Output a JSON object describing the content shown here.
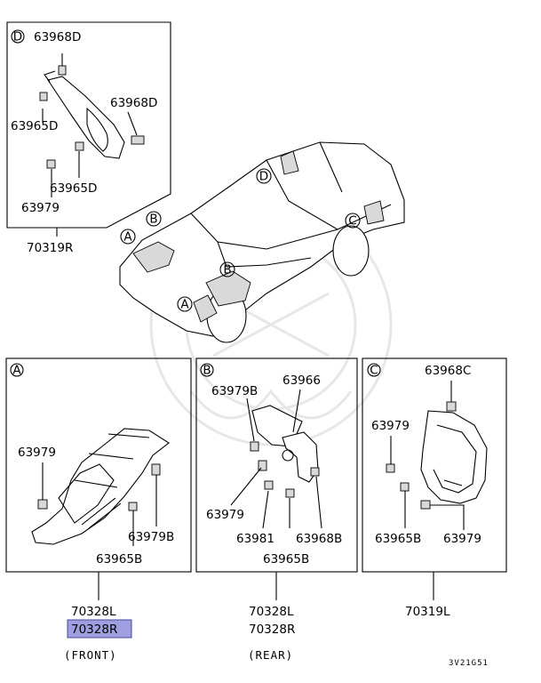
{
  "callouts": {
    "a": "A",
    "b": "B",
    "c": "C",
    "d": "D"
  },
  "panel_d": {
    "parts": [
      "63968D",
      "63965D",
      "63968D",
      "63965D",
      "63979"
    ],
    "assembly": "70319R"
  },
  "panel_a": {
    "parts": [
      "63979",
      "63979B",
      "63965B"
    ],
    "assembly": [
      "70328L",
      "70328R"
    ],
    "assembly_highlighted": "70328R",
    "caption": "(FRONT)"
  },
  "panel_b": {
    "parts": [
      "63979B",
      "63966",
      "63979",
      "63981",
      "63968B",
      "63965B"
    ],
    "assembly": [
      "70328L",
      "70328R"
    ],
    "caption": "(REAR)"
  },
  "panel_c": {
    "parts": [
      "63968C",
      "63979",
      "63965B",
      "63979"
    ],
    "assembly": "70319L"
  },
  "diagram_code": "3V21G51",
  "colors": {
    "highlight": "#9e9ee0",
    "line": "#000000",
    "watermark": "#e7e7e7"
  }
}
